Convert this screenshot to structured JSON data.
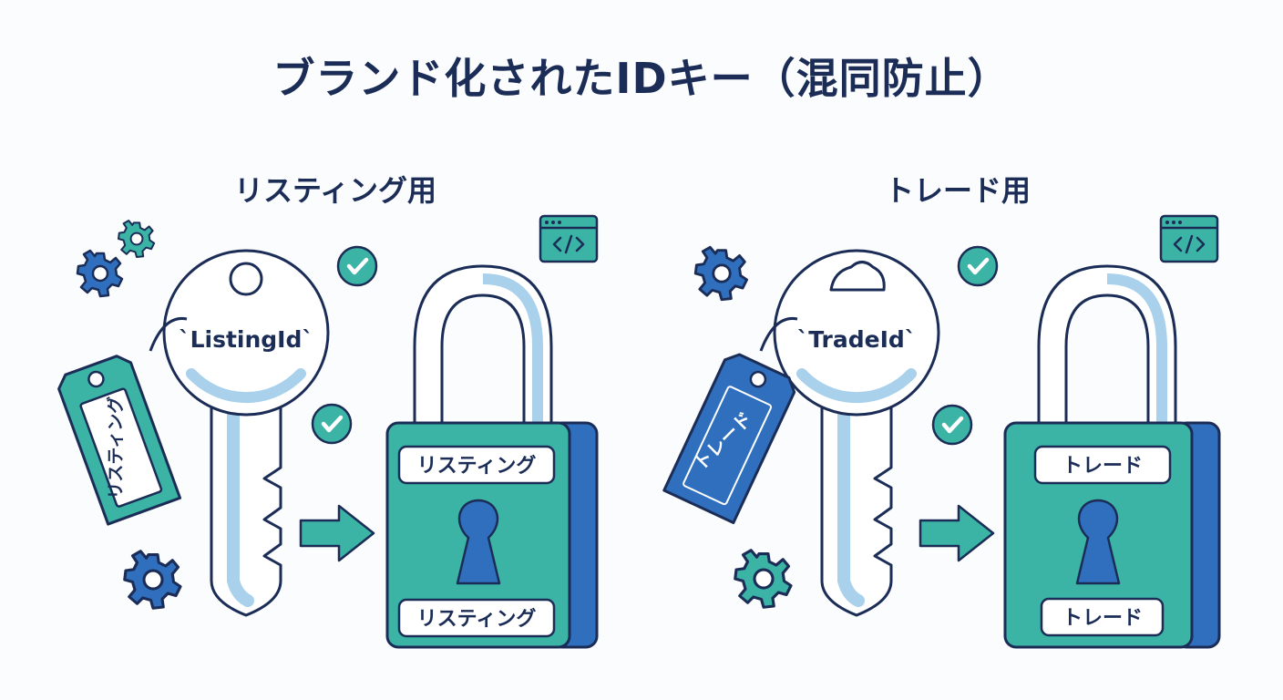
{
  "title": "ブランド化されたIDキー（混同防止）",
  "sections": {
    "listing": {
      "heading": "リスティング用",
      "key_label": "`ListingId`",
      "tag_label": "リスティング",
      "lock_label_top": "リスティング",
      "lock_label_bottom": "リスティング"
    },
    "trade": {
      "heading": "トレード用",
      "key_label": "`TradeId`",
      "tag_label": "トレード",
      "lock_label_top": "トレード",
      "lock_label_bottom": "トレード"
    }
  },
  "colors": {
    "navy": "#1b2d57",
    "teal": "#3bb3a5",
    "blue": "#2f6fbd",
    "light_blue": "#a9d1ec",
    "white": "#ffffff"
  },
  "icons": [
    "gear-icon",
    "check-icon",
    "code-window-icon",
    "arrow-right-icon",
    "key-icon",
    "padlock-icon",
    "tag-icon"
  ]
}
